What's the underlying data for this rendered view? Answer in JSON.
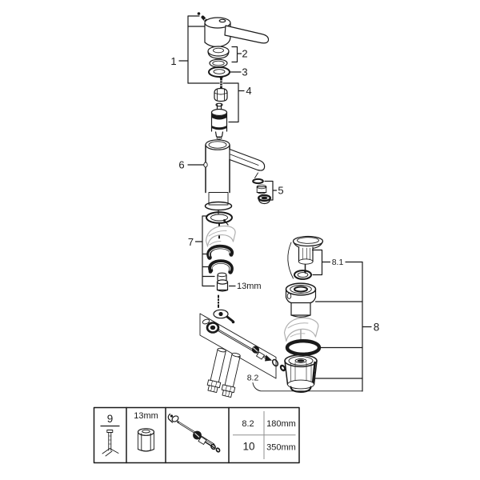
{
  "diagram": {
    "background": "#ffffff",
    "colors": {
      "line": "#1a1a1a",
      "light_part": "#b0b0b0",
      "table_inner_line": "#8f8f8f"
    },
    "callouts": {
      "part1": "1",
      "part2": "2",
      "part3": "3",
      "part4": "4",
      "part5": "5",
      "part6": "6",
      "part7": "7",
      "part8": "8",
      "part8_1": "8.1",
      "part8_2": "8.2",
      "mount_nut_size": "13mm"
    }
  },
  "table": {
    "tool_ref": "9",
    "nut_size": "13mm",
    "rows": [
      {
        "ref": "8.2",
        "length": "180mm"
      },
      {
        "ref": "10",
        "length": "350mm"
      }
    ]
  }
}
